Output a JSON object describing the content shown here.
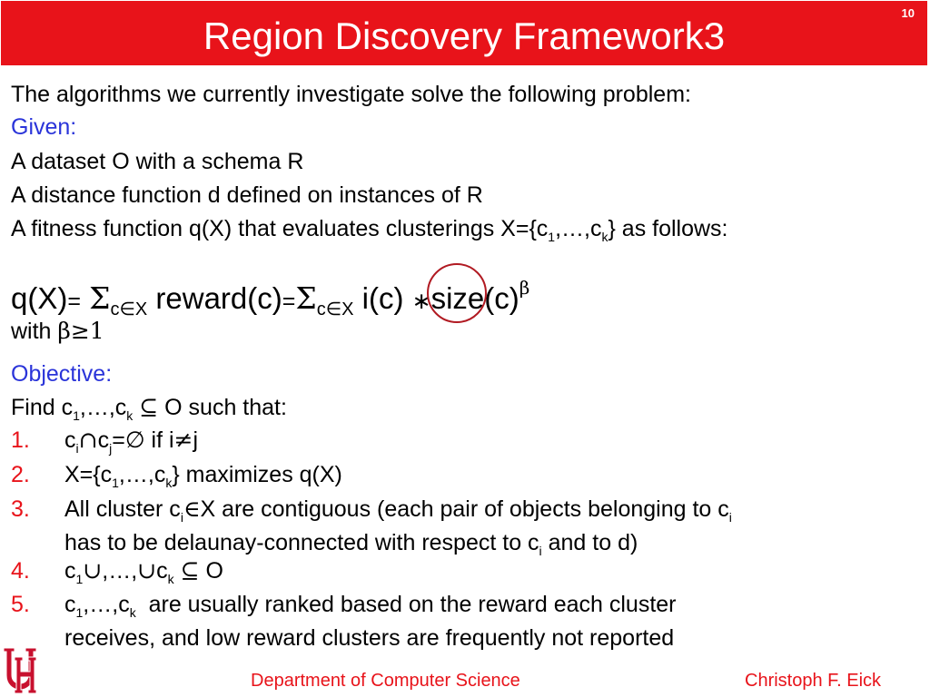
{
  "slide": {
    "title": "Region Discovery Framework3",
    "page_number": "10"
  },
  "body": {
    "intro": "The algorithms we currently investigate solve the following problem:",
    "given_label": "Given:",
    "dataset_line": "A dataset O with a schema R",
    "distance_line": "A distance function d defined on instances of R",
    "fitness": {
      "prefix": "A fitness function q(X) that evaluates clusterings X={c",
      "sub1": "1",
      "mid": ",…,c",
      "subk": "k",
      "suffix": "} as follows:"
    },
    "formula": {
      "lhs": "q(X)",
      "eq": "=",
      "sigma": "Σ",
      "sum_index": "c∈X",
      "reward": "reward(c)",
      "eq2": "=",
      "sigma2": "Σ",
      "sum_index2": "c∈X",
      "ic": "i(c)",
      "times": "∗",
      "size": "size(c)",
      "exponent": "β"
    },
    "with_line": {
      "prefix": "with ",
      "cond": "β≥1"
    },
    "objective_label": "Objective:",
    "find": {
      "prefix": "Find c",
      "sub1": "1",
      "mid": ",…,c",
      "subk": "k",
      "suffix_sym": "⊆",
      "suffix": " O such that:"
    },
    "items": [
      {
        "number": "1.",
        "a": "c",
        "sub_i": "i",
        "cap": "∩",
        "b": "c",
        "sub_j": "j",
        "eq": "=",
        "empty": "∅",
        "if_text": " if i",
        "neq": "≠",
        "j": "j"
      },
      {
        "number": "2.",
        "prefix": "X={c",
        "sub1": "1",
        "mid": ",…,c",
        "subk": "k",
        "suffix": "} maximizes q(X)"
      },
      {
        "number": "3.",
        "part1": "All cluster c",
        "sub_i1": "i",
        "in": "∈",
        "part2": "X are contiguous (each pair of objects belonging to c",
        "sub_i2": "i",
        "part3": "has to be delaunay-connected with respect to c",
        "sub_i3": "i",
        "part4": " and to d)"
      },
      {
        "number": "4.",
        "a": "c",
        "sub1": "1",
        "cup1": "∪",
        "mid": ",…,",
        "cup2": "∪",
        "b": "c",
        "subk": "k",
        "subset": "⊆",
        "end": " O"
      },
      {
        "number": "5.",
        "a": "c",
        "sub1": "1",
        "mid": ",…,c",
        "subk": "k",
        "line1": "  are usually ranked based on the reward each cluster",
        "line2": "receives, and low reward clusters are frequently not reported"
      }
    ]
  },
  "footer": {
    "department": "Department of Computer Science",
    "author": "Christoph F. Eick"
  },
  "colors": {
    "title_bar": "#e8131a",
    "accent_blue": "#2a34d9",
    "accent_red": "#e8131a",
    "circle": "#b11a22"
  },
  "logo": {
    "icon": "university-of-houston-interlocking-uh-icon",
    "text": "UH"
  }
}
